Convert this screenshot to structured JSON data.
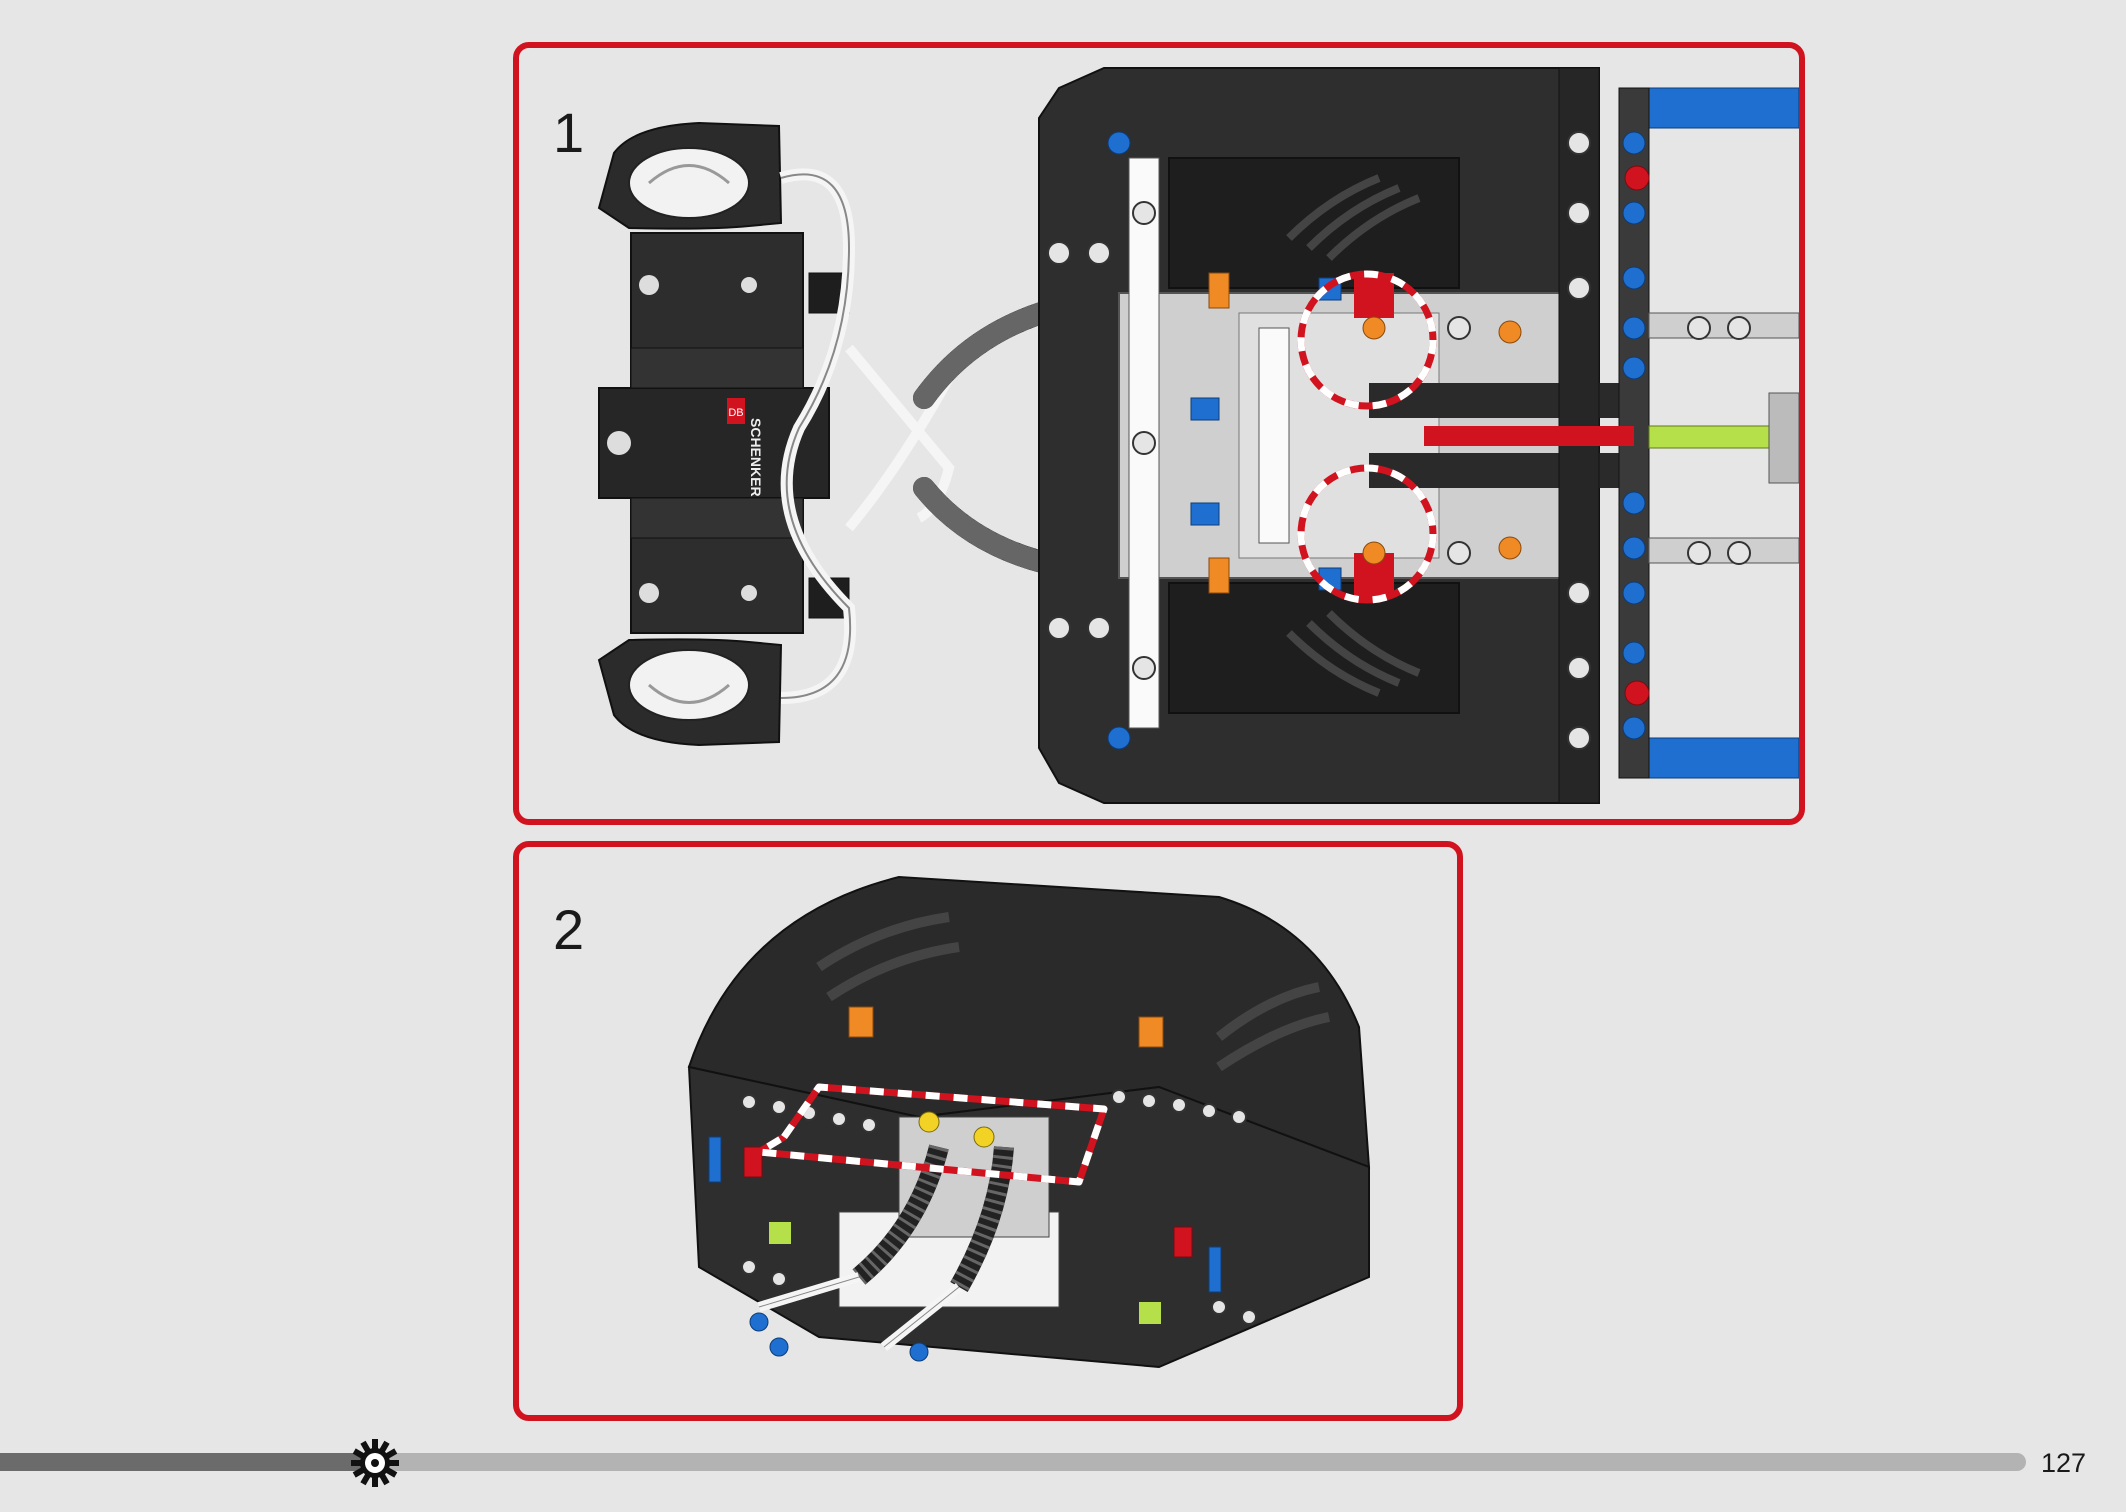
{
  "steps": [
    {
      "number": "1",
      "brand_label": "SCHENKER",
      "brand_badge": "DB"
    },
    {
      "number": "2"
    }
  ],
  "progress": {
    "fraction": 0.185,
    "marker_icon": "gear-icon"
  },
  "page_number": "127",
  "colors": {
    "frame": "#d0131f",
    "background": "#e6e6e6",
    "part_black": "#2b2b2b",
    "part_blue": "#1f6fd1",
    "part_orange": "#f08a24",
    "part_red": "#d0131f",
    "part_lime": "#b6e04a"
  }
}
